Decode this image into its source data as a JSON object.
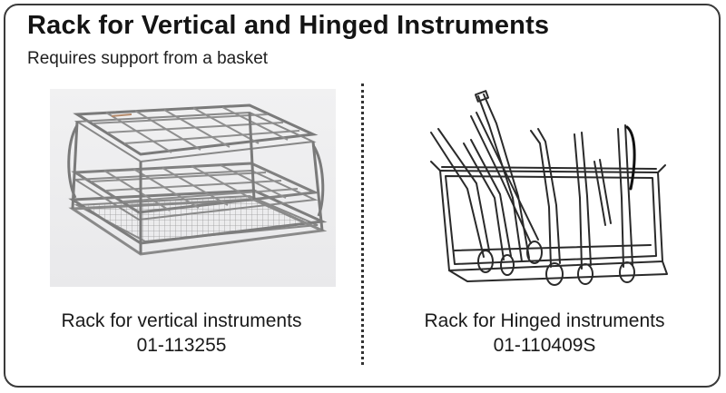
{
  "header": {
    "title": "Rack for Vertical and Hinged Instruments",
    "subtitle": "Requires support from a basket"
  },
  "products": [
    {
      "name": "Rack for vertical instruments",
      "code": "01-113255",
      "image": "wire-rack-photo"
    },
    {
      "name": "Rack for Hinged instruments",
      "code": "01-110409S",
      "image": "hinged-instrument-rack-drawing"
    }
  ],
  "colors": {
    "border": "#3a3a3a",
    "text": "#1a1a1a",
    "wire": "#8c8c8c"
  }
}
